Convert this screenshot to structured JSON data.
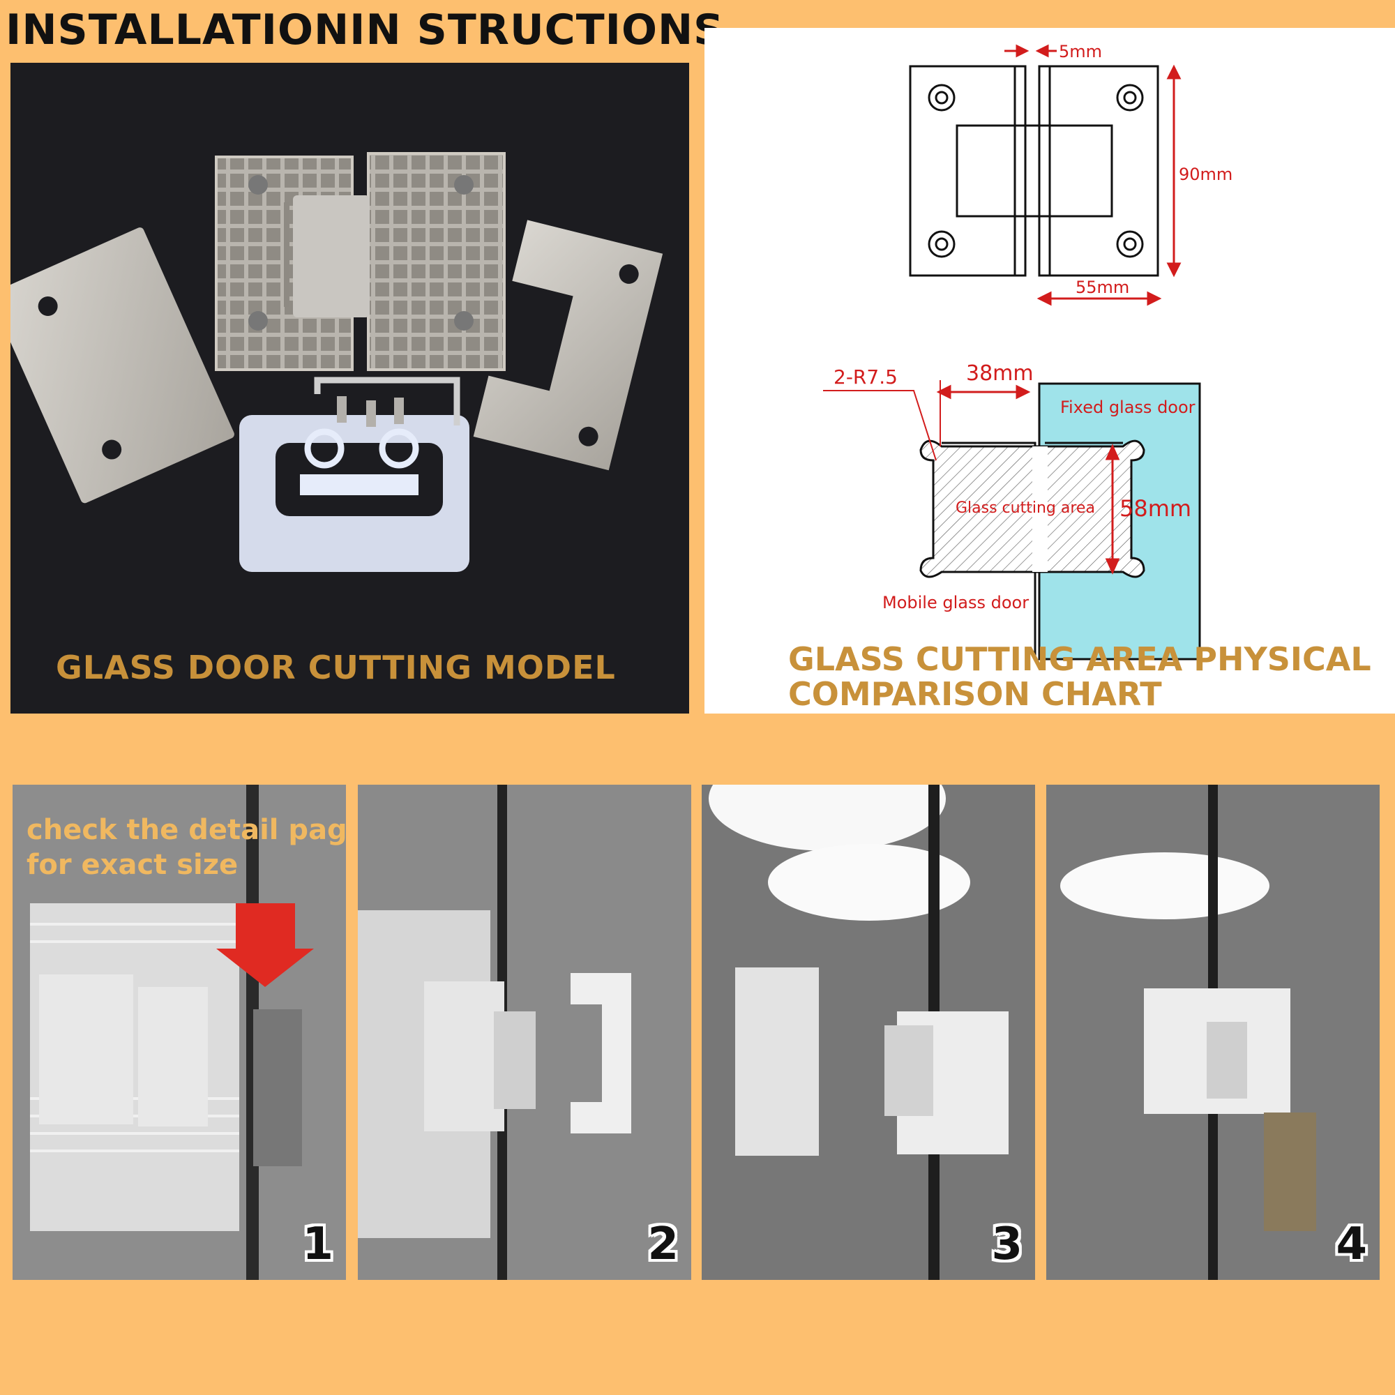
{
  "header": {
    "title": "INSTALLATIONIN STRUCTIONS"
  },
  "photo": {
    "caption": "GLASS DOOR CUTTING MODEL"
  },
  "diagram": {
    "gap_label": "5mm",
    "height_label": "90mm",
    "width_label": "55mm",
    "radius_label": "2-R7.5",
    "cut_width_label": "38mm",
    "cut_height_label": "58mm",
    "fixed_label": "Fixed glass door",
    "cutting_area_label": "Glass cutting area",
    "mobile_label": "Mobile glass door",
    "caption_line1": "GLASS CUTTING AREA PHYSICAL",
    "caption_line2": "COMPARISON CHART",
    "accent_color": "#d21c1c",
    "glass_color": "#9fe3ea"
  },
  "steps": [
    {
      "number": "1",
      "note_line1": "check the detail page",
      "note_line2": "for exact size"
    },
    {
      "number": "2"
    },
    {
      "number": "3"
    },
    {
      "number": "4"
    }
  ],
  "colors": {
    "background": "#fdbf6f",
    "caption": "#c8913a"
  }
}
